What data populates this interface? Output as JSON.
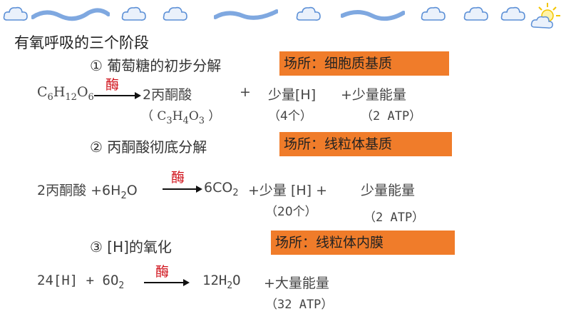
{
  "title": "有氧呼吸的三个阶段",
  "stage1": {
    "heading": "① 葡萄糖的初步分解",
    "place": "场所：细胞质基质",
    "enzyme": "酶",
    "glucose": {
      "c": "C",
      "c_n": "6",
      "h": "H",
      "h_n": "12",
      "o": "O",
      "o_n": "6"
    },
    "product": "2丙酮酸",
    "plus1": "+",
    "h_amount": "少量[H]",
    "energy": "+少量能量",
    "pyruvate_formula": {
      "open": "（ ",
      "c": "C",
      "c_n": "3",
      "h": "H",
      "h_n": "4",
      "o": "O",
      "o_n": "3",
      "close": " ）"
    },
    "h_count": "（4个）",
    "atp": "（2 ATP）"
  },
  "stage2": {
    "heading": "② 丙酮酸彻底分解",
    "place": "场所：线粒体基质",
    "enzyme": "酶",
    "reactant": "2丙酮酸  +6H",
    "water_n": "2",
    "water_o": "O",
    "co2_pre": "6CO",
    "co2_n": "2",
    "h_amount": "+少量 [H] +",
    "energy": "少量能量",
    "h_count": "（20个）",
    "atp": "（2 ATP）"
  },
  "stage3": {
    "heading": "③ [H]的氧化",
    "place": "场所：线粒体内膜",
    "enzyme": "酶",
    "reactant": "24[H] + 6O",
    "o2_n": "2",
    "product_pre": "12H",
    "product_n": "2",
    "product_o": "O",
    "energy": "+大量能量",
    "atp": "（32 ATP）"
  },
  "colors": {
    "place_bg": "#f07c2a",
    "enzyme": "#d0121b",
    "cloud": "#5b8fd6",
    "sun": "#f2c500"
  }
}
